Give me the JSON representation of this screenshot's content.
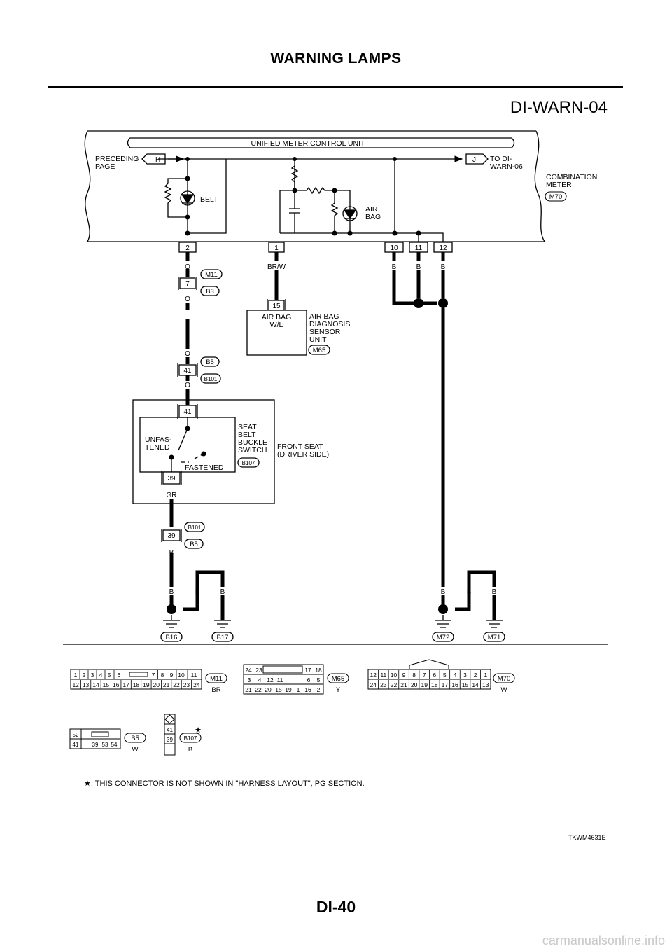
{
  "header": {
    "title": "WARNING LAMPS",
    "diagram_id": "DI-WARN-04"
  },
  "combination_meter": {
    "control_unit": "UNIFIED METER CONTROL UNIT",
    "preceding_page": "PRECEDING\nPAGE",
    "to_next": "TO DI-\nWARN-06",
    "name": "COMBINATION\nMETER",
    "connector": "M70",
    "belt_label": "BELT",
    "airbag_label": "AIR\nBAG",
    "link_h": "H",
    "link_j": "J",
    "terminals": [
      "2",
      "1",
      "10",
      "11",
      "12"
    ]
  },
  "wires": {
    "o": "O",
    "brw": "BR/W",
    "b": "B",
    "gr": "GR"
  },
  "connectors": {
    "m11": "M11",
    "b3": "B3",
    "b5": "B5",
    "b101": "B101",
    "b107": "B107",
    "m65": "M65",
    "term_7": "7",
    "term_15": "15",
    "term_41": "41",
    "term_39": "39"
  },
  "airbag_unit": {
    "inner": "AIR BAG\nW/L",
    "name": "AIR BAG\nDIAGNOSIS\nSENSOR\nUNIT"
  },
  "seat": {
    "switch_name": "SEAT\nBELT\nBUCKLE\nSWITCH",
    "unfastened": "UNFAS-\nTENED",
    "fastened": "FASTENED",
    "front_seat": "FRONT SEAT\n(DRIVER SIDE)"
  },
  "grounds": [
    "B16",
    "B17",
    "M72",
    "M71"
  ],
  "connector_faces": {
    "m11": {
      "id": "M11",
      "color": "BR",
      "top": [
        "1",
        "2",
        "3",
        "4",
        "5",
        "6",
        "7",
        "8",
        "9",
        "10",
        "11"
      ],
      "bottom": [
        "12",
        "13",
        "14",
        "15",
        "16",
        "17",
        "18",
        "19",
        "20",
        "21",
        "22",
        "23",
        "24"
      ]
    },
    "m65": {
      "id": "M65",
      "color": "Y",
      "rows": [
        [
          "24",
          "23",
          "",
          "17",
          "18"
        ],
        [
          "3",
          "4",
          "12",
          "11",
          "",
          "6",
          "5"
        ],
        [
          "21",
          "22",
          "20",
          "15",
          "19",
          "1",
          "16",
          "2"
        ]
      ]
    },
    "m70": {
      "id": "M70",
      "color": "W",
      "top": [
        "12",
        "11",
        "10",
        "9",
        "8",
        "7",
        "6",
        "5",
        "4",
        "3",
        "2",
        "1"
      ],
      "bottom": [
        "24",
        "23",
        "22",
        "21",
        "20",
        "19",
        "18",
        "17",
        "16",
        "15",
        "14",
        "13"
      ]
    },
    "b5": {
      "id": "B5",
      "color": "W",
      "top": [
        "52"
      ],
      "bottom": [
        "41",
        "39",
        "53",
        "54"
      ]
    },
    "b107": {
      "id": "B107",
      "color": "B",
      "pins": [
        "41",
        "39"
      ],
      "star": "★"
    }
  },
  "footer": {
    "note": "★: THIS CONNECTOR IS NOT SHOWN IN \"HARNESS LAYOUT\", PG SECTION.",
    "image_code": "TKWM4631E",
    "page_number": "DI-40",
    "url": "carmanualsonline.info"
  }
}
